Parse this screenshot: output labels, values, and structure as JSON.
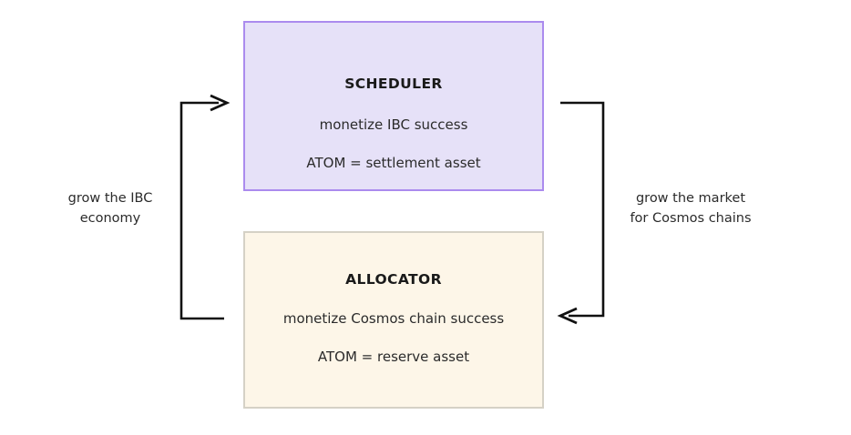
{
  "diagram": {
    "type": "cycle-diagram",
    "background_color": "#ffffff",
    "nodes": [
      {
        "id": "scheduler",
        "title": "SCHEDULER",
        "lines": [
          "monetize IBC success",
          "ATOM = settlement asset"
        ],
        "fill_color": "#e6e1f8",
        "border_color": "#ab8bee"
      },
      {
        "id": "allocator",
        "title": "ALLOCATOR",
        "lines": [
          "monetize Cosmos chain success",
          "ATOM = reserve asset"
        ],
        "fill_color": "#fdf6e8",
        "border_color": "#d5d1c6"
      }
    ],
    "edges": [
      {
        "id": "allocator-to-scheduler",
        "label_line_1": "grow the IBC",
        "label_line_2": "economy",
        "from": "allocator",
        "to": "scheduler",
        "side": "left",
        "arrow_direction": "right",
        "color": "#111111"
      },
      {
        "id": "scheduler-to-allocator",
        "label_line_1": "grow the market",
        "label_line_2": "for Cosmos chains",
        "from": "scheduler",
        "to": "allocator",
        "side": "right",
        "arrow_direction": "left",
        "color": "#111111"
      }
    ]
  }
}
